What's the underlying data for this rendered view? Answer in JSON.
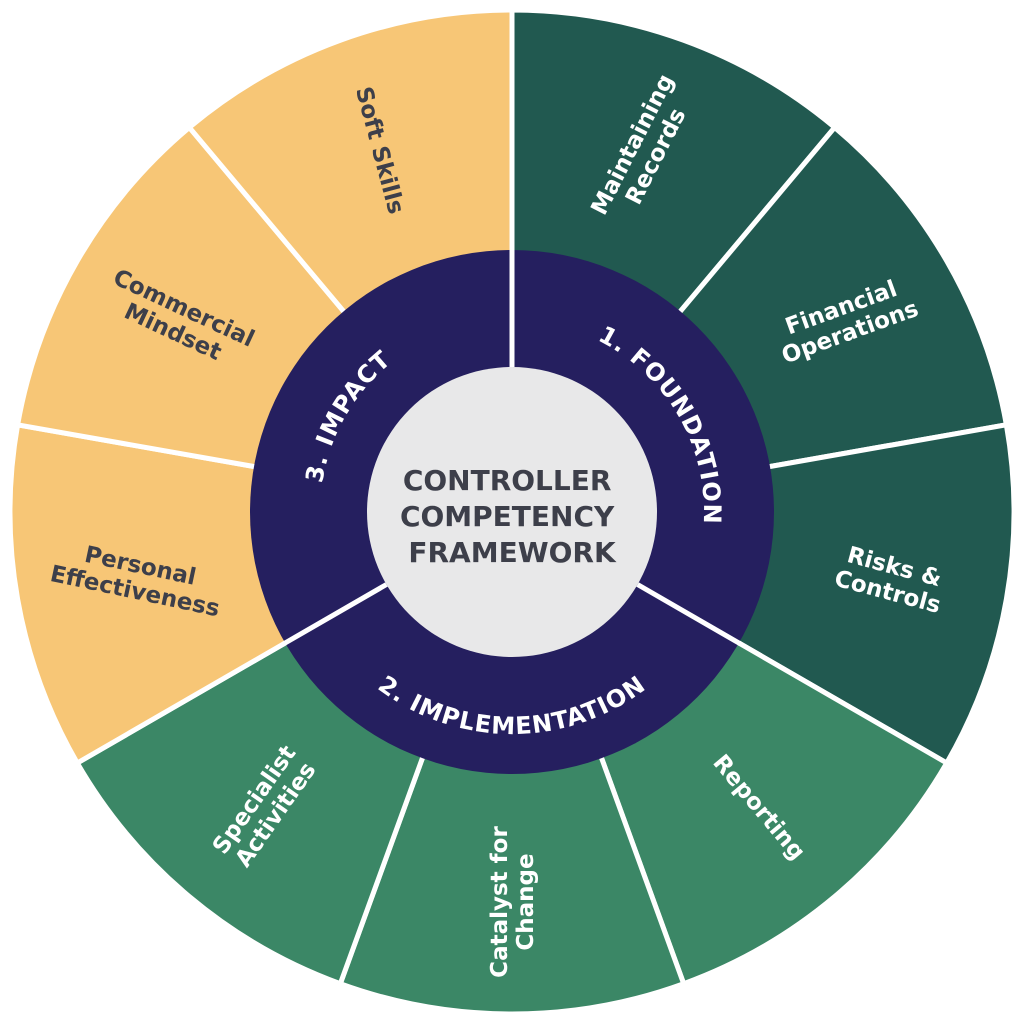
{
  "center": {
    "lines": [
      "CONTROLLER",
      "COMPETENCY",
      "FRAMEWORK"
    ]
  },
  "ring": [
    {
      "label": "1. FOUNDATION"
    },
    {
      "label": "2. IMPLEMENTATION"
    },
    {
      "label": "3. IMPACT"
    }
  ],
  "segments": [
    {
      "lines": [
        "Maintaining",
        "Records"
      ],
      "group": 0
    },
    {
      "lines": [
        "Financial",
        "Operations"
      ],
      "group": 0
    },
    {
      "lines": [
        "Risks &",
        "Controls"
      ],
      "group": 0
    },
    {
      "lines": [
        "Reporting"
      ],
      "group": 1
    },
    {
      "lines": [
        "Catalyst for",
        "Change"
      ],
      "group": 1
    },
    {
      "lines": [
        "Specialist",
        "Activities"
      ],
      "group": 1
    },
    {
      "lines": [
        "Personal",
        "Effectiveness"
      ],
      "group": 2
    },
    {
      "lines": [
        "Commercial",
        "Mindset"
      ],
      "group": 2
    },
    {
      "lines": [
        "Soft Skills"
      ],
      "group": 2
    }
  ],
  "colors": {
    "foundation": "#215950",
    "implementation": "#3b8766",
    "impact": "#f7c676",
    "ring": "#251f5f",
    "center": "#e8e8e9",
    "dark_text": "#3d3f4a"
  }
}
